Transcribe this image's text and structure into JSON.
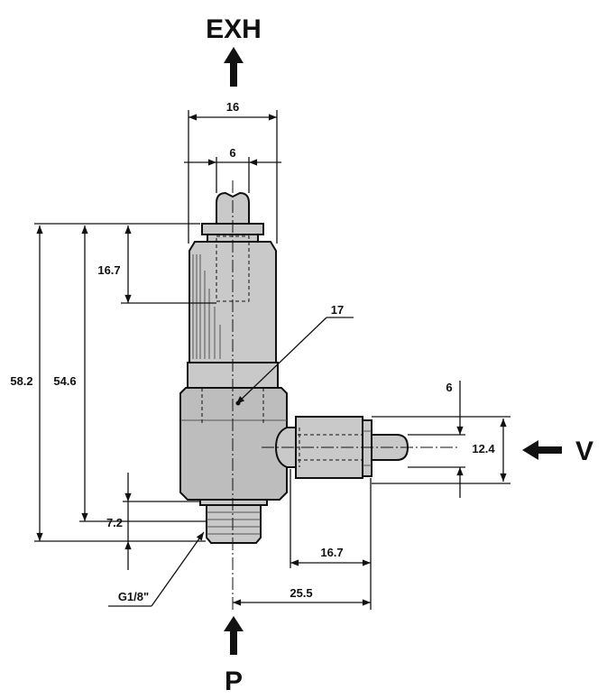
{
  "ports": {
    "exhaust": "EXH",
    "pressure": "P",
    "vacuum": "V"
  },
  "dimensions": {
    "top_width": "16",
    "top_bore": "6",
    "upper_depth": "16.7",
    "overall_height": "58.2",
    "height_to_thread": "54.6",
    "thread_length": "7.2",
    "side_port_dia": "12.4",
    "side_port_offset": "6",
    "side_port_length": "16.7",
    "side_port_reach": "25.5"
  },
  "labels": {
    "part_number": "17",
    "thread": "G1/8\""
  }
}
